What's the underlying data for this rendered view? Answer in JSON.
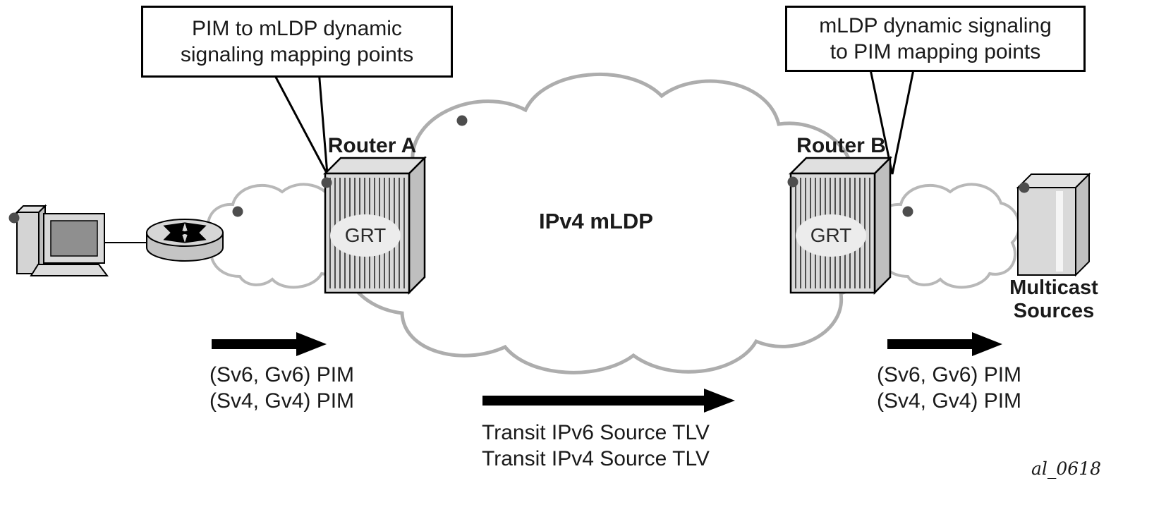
{
  "figure": {
    "id_label": "al_0618",
    "callout_left": {
      "line1": "PIM to mLDP dynamic",
      "line2": "signaling mapping points"
    },
    "callout_right": {
      "line1": "mLDP dynamic signaling",
      "line2": "to PIM mapping points"
    },
    "router_a": {
      "label": "Router A",
      "grt": "GRT"
    },
    "router_b": {
      "label": "Router B",
      "grt": "GRT"
    },
    "core_cloud": {
      "label": "IPv4 mLDP"
    },
    "multicast_sources": {
      "line1": "Multicast",
      "line2": "Sources"
    },
    "left_flow": {
      "line1": "(Sv6, Gv6) PIM",
      "line2": "(Sv4, Gv4) PIM"
    },
    "right_flow": {
      "line1": "(Sv6, Gv6) PIM",
      "line2": "(Sv4, Gv4) PIM"
    },
    "transit_flow": {
      "line1": "Transit IPv6 Source TLV",
      "line2": "Transit IPv4 Source TLV"
    },
    "colors": {
      "cloud_stroke": "#b0b0b0",
      "chassis_fill": "#d9d9d9",
      "dot": "#4d4d4d",
      "arrow": "#000000"
    }
  }
}
